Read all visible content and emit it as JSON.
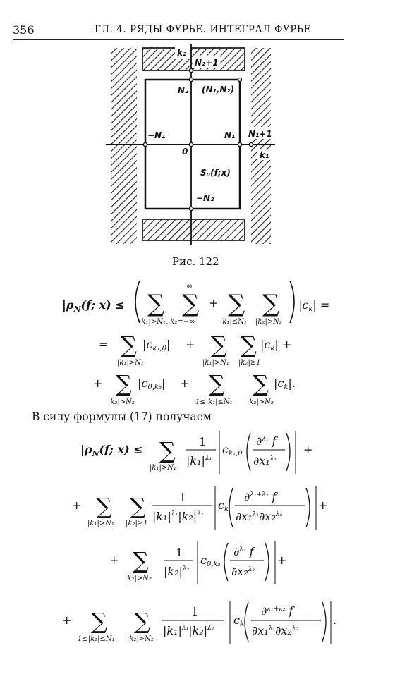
{
  "header": {
    "page_number": "356",
    "running_head": "ГЛ. 4. РЯДЫ ФУРЬЕ. ИНТЕГРАЛ ФУРЬЕ"
  },
  "figure": {
    "caption": "Рис. 122",
    "labels": {
      "k2": "k₂",
      "n2p1": "N₂+1",
      "n2": "N₂",
      "n1n2": "(N₁,N₂)",
      "mn1": "−N₁",
      "zero": "0",
      "n1": "N₁",
      "n1p1": "N₁+1",
      "k1": "k₁",
      "sn": "Sₙ(f;x)",
      "mn2": "−N₂"
    }
  },
  "text": {
    "intro": "В силу формулы (17) получаем"
  }
}
